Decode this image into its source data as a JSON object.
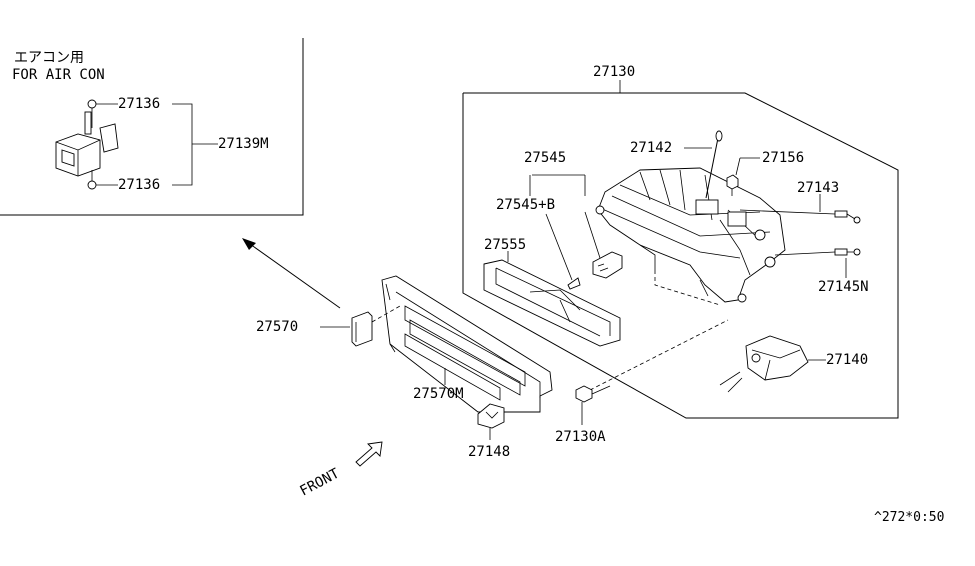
{
  "inset": {
    "title_jp": "エアコン用",
    "title_en": "FOR AIR CON"
  },
  "labels": {
    "l27136_top": "27136",
    "l27136_bottom": "27136",
    "l27139M": "27139M",
    "l27130": "27130",
    "l27142": "27142",
    "l27156": "27156",
    "l27545": "27545",
    "l27545B": "27545+B",
    "l27143": "27143",
    "l27555": "27555",
    "l27145N": "27145N",
    "l27570": "27570",
    "l27140": "27140",
    "l27570M": "27570M",
    "l27148": "27148",
    "l27130A": "27130A"
  },
  "front_label": "FRONT",
  "diagram_code": "^272*0:50"
}
